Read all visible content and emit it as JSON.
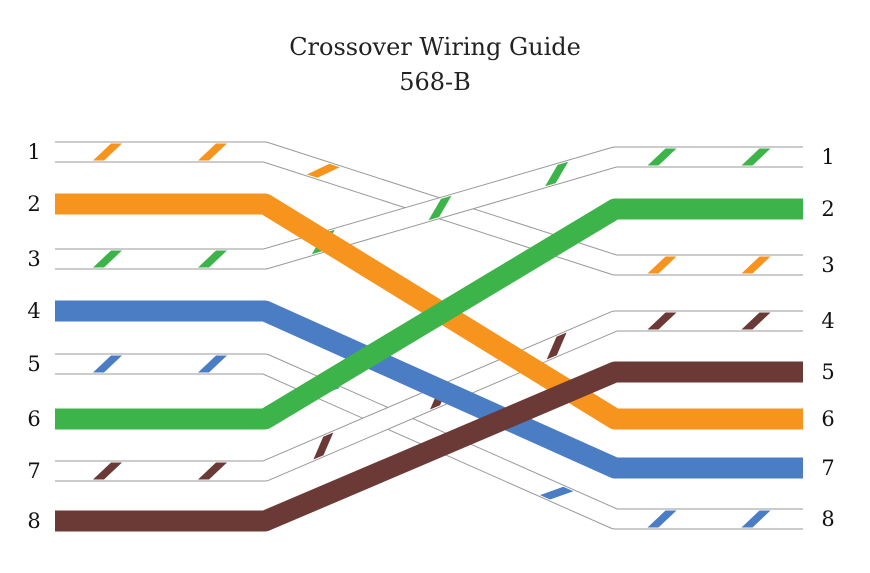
{
  "title": "Crossover Wiring Guide",
  "subtitle": "568-B",
  "colors": {
    "orange": "#f7941d",
    "green": "#3db449",
    "blue": "#4a7dc4",
    "brown": "#6b3a37",
    "outline": "#999999",
    "white": "#ffffff"
  },
  "left_pins": [
    "1",
    "2",
    "3",
    "4",
    "5",
    "6",
    "7",
    "8"
  ],
  "right_pins": [
    "1",
    "2",
    "3",
    "4",
    "5",
    "6",
    "7",
    "8"
  ],
  "wires": [
    {
      "name": "white-orange",
      "base": "white",
      "stripe": "orange",
      "from_pin": 1,
      "to_pin": 3
    },
    {
      "name": "orange",
      "base": "orange",
      "stripe": null,
      "from_pin": 2,
      "to_pin": 6
    },
    {
      "name": "white-green",
      "base": "white",
      "stripe": "green",
      "from_pin": 3,
      "to_pin": 1
    },
    {
      "name": "blue",
      "base": "blue",
      "stripe": null,
      "from_pin": 4,
      "to_pin": 7
    },
    {
      "name": "white-blue",
      "base": "white",
      "stripe": "blue",
      "from_pin": 5,
      "to_pin": 8
    },
    {
      "name": "green",
      "base": "green",
      "stripe": null,
      "from_pin": 6,
      "to_pin": 2
    },
    {
      "name": "white-brown",
      "base": "white",
      "stripe": "brown",
      "from_pin": 7,
      "to_pin": 4
    },
    {
      "name": "brown",
      "base": "brown",
      "stripe": null,
      "from_pin": 8,
      "to_pin": 5
    }
  ]
}
